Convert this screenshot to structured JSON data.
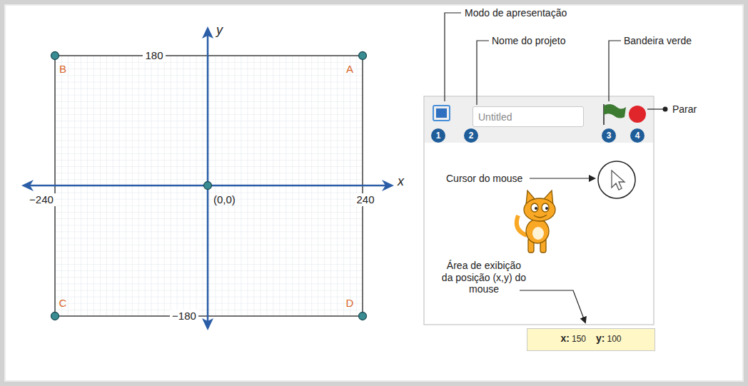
{
  "diagram": {
    "nodes": [
      {
        "text": [
          "Untitled"
        ]
      },
      {
        "text": [
          "1"
        ]
      },
      {
        "text": [
          "2"
        ]
      },
      {
        "text": [
          "3"
        ]
      },
      {
        "text": [
          "4"
        ]
      },
      {
        "text": [
          "x:",
          "150",
          "y:",
          "100"
        ]
      }
    ],
    "labels": [
      "Modo de apresentação",
      "Nome do projeto",
      "Bandeira verde",
      "Parar",
      "y",
      "180",
      "B",
      "A",
      "Cursor do mouse",
      "−240",
      "(0,0)",
      "240",
      "x",
      "Área de exibição da posição (x,y) do mouse",
      "C",
      "D",
      "−180"
    ]
  }
}
